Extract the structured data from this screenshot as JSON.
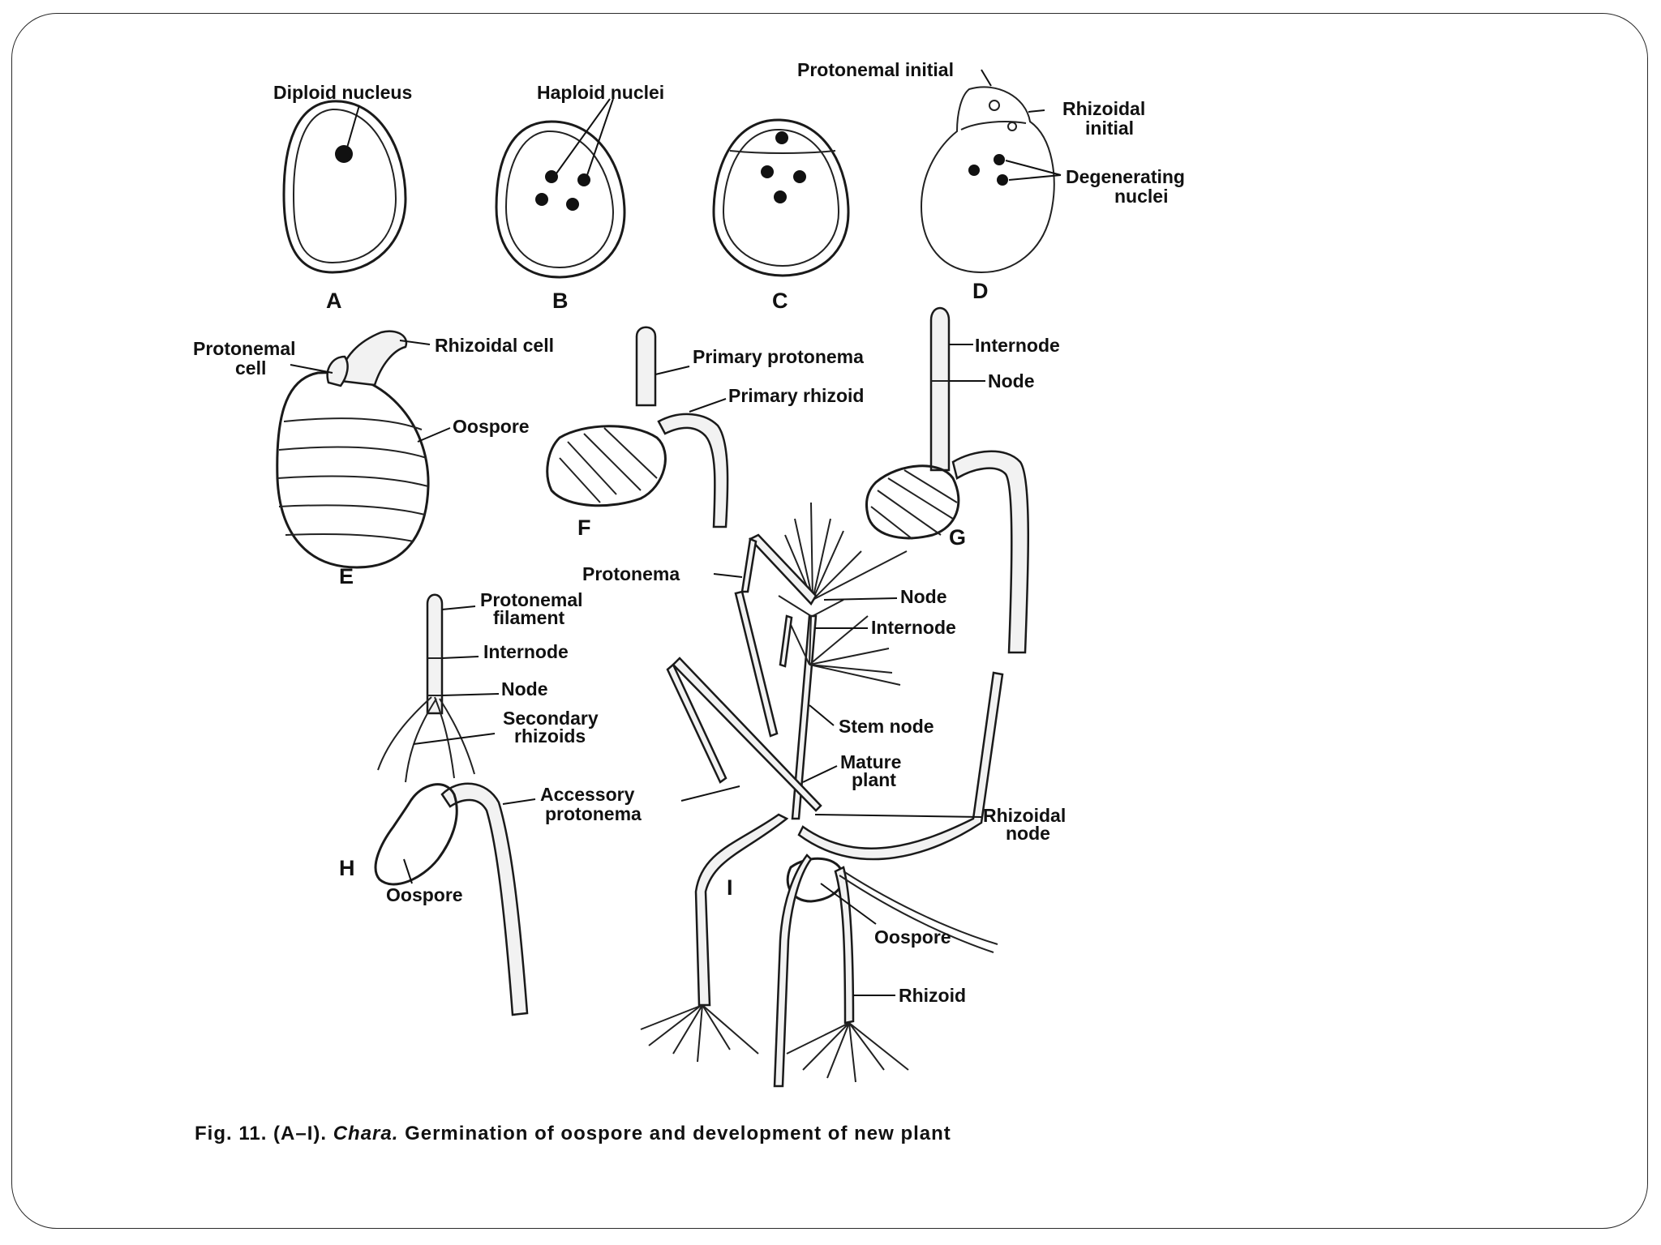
{
  "panels": [
    "A",
    "B",
    "C",
    "D",
    "E",
    "F",
    "G",
    "H",
    "I"
  ],
  "labels": {
    "a_diploid": "Diploid nucleus",
    "b_haploid": "Haploid nuclei",
    "d_proto_initial": "Protonemal initial",
    "d_rhiz_initial_1": "Rhizoidal",
    "d_rhiz_initial_2": "initial",
    "d_degen_1": "Degenerating",
    "d_degen_2": "nuclei",
    "e_proto_cell_1": "Protonemal",
    "e_proto_cell_2": "cell",
    "e_rhiz_cell": "Rhizoidal cell",
    "e_oospore": "Oospore",
    "f_primary_protonema": "Primary protonema",
    "f_primary_rhizoid": "Primary rhizoid",
    "g_internode": "Internode",
    "g_node": "Node",
    "h_filament_1": "Protonemal",
    "h_filament_2": "filament",
    "h_internode": "Internode",
    "h_node": "Node",
    "h_secondary_1": "Secondary",
    "h_secondary_2": "rhizoids",
    "h_accessory_1": "Accessory",
    "h_accessory_2": "protonema",
    "h_oospore": "Oospore",
    "i_protonema": "Protonema",
    "i_node": "Node",
    "i_internode": "Internode",
    "i_stem_node": "Stem node",
    "i_mature_1": "Mature",
    "i_mature_2": "plant",
    "i_rhiz_node_1": "Rhizoidal",
    "i_rhiz_node_2": "node",
    "i_oospore": "Oospore",
    "i_rhizoid": "Rhizoid"
  },
  "caption": {
    "prefix": "Fig. 11. (A–I).",
    "genus": "Chara.",
    "text": "Germination of oospore and development of new plant"
  }
}
